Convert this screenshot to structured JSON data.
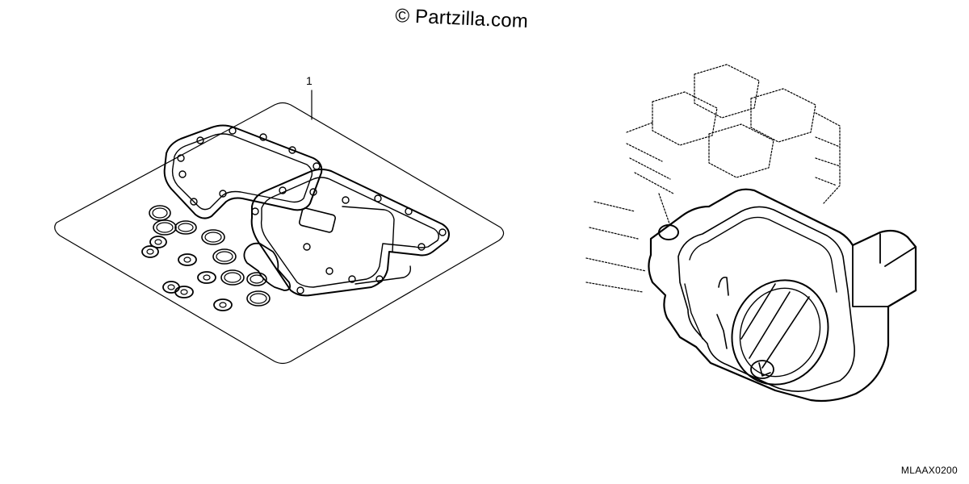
{
  "watermark": "© Partzilla.com",
  "callout": {
    "label": "1"
  },
  "diagram_code": "MLAAX0200"
}
